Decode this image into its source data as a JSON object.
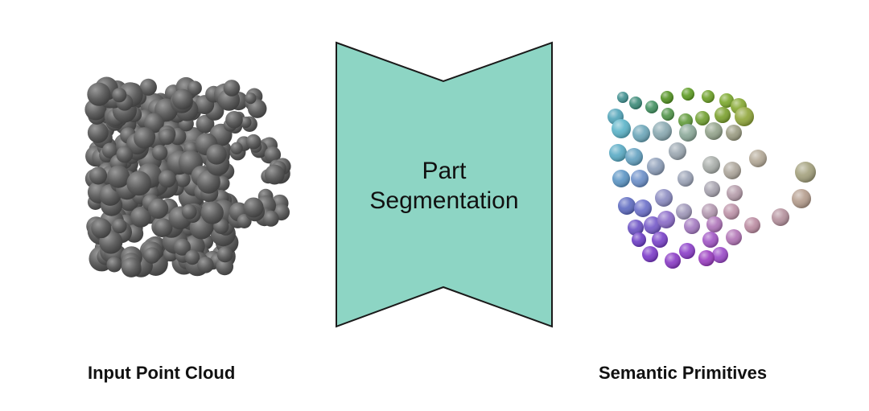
{
  "segmentation_box": {
    "line1": "Part",
    "line2": "Segmentation",
    "fill_color": "#8dd5c4",
    "stroke_color": "#1a1a1a"
  },
  "input_cloud": {
    "caption": "Input Point Cloud",
    "color": "#5e5e5e"
  },
  "output_primitives": {
    "caption": "Semantic Primitives",
    "color_scheme": [
      "#7a9a28",
      "#5fb0c4",
      "#5a6fc7",
      "#8a3fd0",
      "#a08a78"
    ]
  }
}
